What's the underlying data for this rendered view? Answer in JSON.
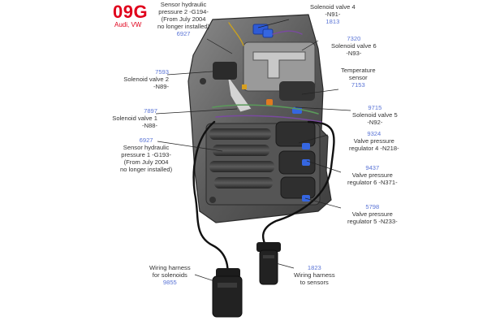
{
  "header": {
    "title": "09G",
    "subtitle": "Audi, VW"
  },
  "colors": {
    "brand": "#e0001b",
    "code": "#5a74d6",
    "text": "#333333",
    "leader": "#222222"
  },
  "labels": [
    {
      "id": "sensor-g194",
      "code": "6927",
      "lines": [
        "Sensor hydraulic",
        "pressure 2 -G194-",
        "(From July 2004",
        "no longer installed)"
      ]
    },
    {
      "id": "solenoid-n91",
      "code": "1813",
      "lines": [
        "Solenoid valve 4",
        "-N91-"
      ]
    },
    {
      "id": "solenoid-n93",
      "code": "7320",
      "lines": [
        "Solenoid valve 6",
        "-N93-"
      ]
    },
    {
      "id": "solenoid-n89",
      "code": "7593",
      "lines": [
        "Solenoid valve 2",
        "-N89-"
      ]
    },
    {
      "id": "temp-sensor",
      "code": "7153",
      "lines": [
        "Temperature",
        "sensor"
      ]
    },
    {
      "id": "solenoid-n88",
      "code": "7897",
      "lines": [
        "Solenoid valve 1",
        "-N88-"
      ]
    },
    {
      "id": "solenoid-n92",
      "code": "9715",
      "lines": [
        "Solenoid valve 5",
        "-N92-"
      ]
    },
    {
      "id": "sensor-g193",
      "code": "6927",
      "lines": [
        "Sensor hydraulic",
        "pressure 1 -G193-",
        "(From July 2004",
        "no longer installed)"
      ]
    },
    {
      "id": "regulator-n218",
      "code": "9324",
      "lines": [
        "Valve pressure",
        "regulator 4 -N218-"
      ]
    },
    {
      "id": "regulator-n371",
      "code": "9437",
      "lines": [
        "Valve pressure",
        "regulator 6 -N371-"
      ]
    },
    {
      "id": "regulator-n233",
      "code": "5798",
      "lines": [
        "Valve pressure",
        "regulator 5 -N233-"
      ]
    },
    {
      "id": "harness-solenoids",
      "code": "9855",
      "lines": [
        "Wiring harness",
        "for solenoids"
      ]
    },
    {
      "id": "harness-sensors",
      "code": "1823",
      "lines": [
        "Wiring harness",
        "to sensors"
      ]
    }
  ]
}
